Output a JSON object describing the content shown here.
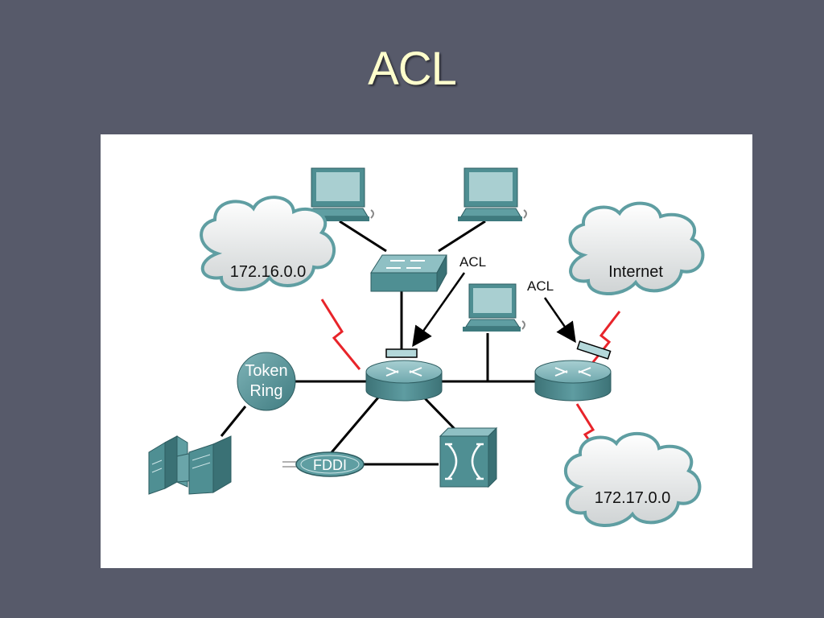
{
  "title": "ACL",
  "diagram": {
    "clouds": {
      "left_network": "172.16.0.0",
      "internet": "Internet",
      "bottom_network": "172.17.0.0"
    },
    "acl_labels": {
      "center": "ACL",
      "right": "ACL"
    },
    "token_ring": {
      "line1": "Token",
      "line2": "Ring"
    },
    "fddi": "FDDI"
  },
  "colors": {
    "background": "#575a6a",
    "title": "#ffffcc",
    "device_teal": "#4f8f93",
    "serial_link": "#e8242a"
  }
}
